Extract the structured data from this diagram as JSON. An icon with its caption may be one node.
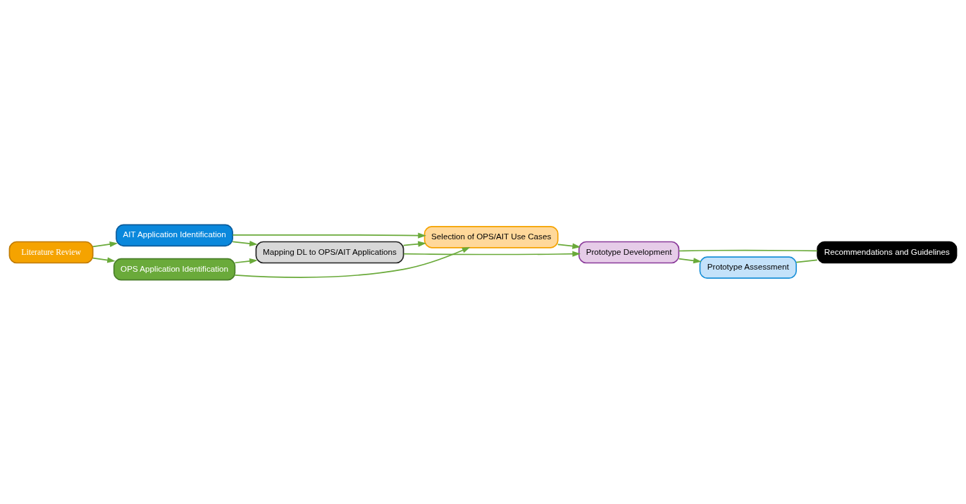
{
  "diagram": {
    "nodes": [
      {
        "text": [
          "Literature Review"
        ]
      },
      {
        "text": [
          "OPS Application Identification"
        ]
      },
      {
        "text": [
          "AIT Application Identification"
        ]
      },
      {
        "text": [
          "Mapping DL to OPS/AIT Applications"
        ]
      },
      {
        "text": [
          "Selection of OPS/AIT Use Cases"
        ]
      },
      {
        "text": [
          "Prototype Development"
        ]
      },
      {
        "text": [
          "Prototype Assessment"
        ]
      },
      {
        "text": [
          "Recommendations and Guidelines"
        ]
      }
    ],
    "edges": [
      {
        "from": 0,
        "to": 1,
        "arrow": "to"
      },
      {
        "from": 0,
        "to": 2,
        "arrow": "to"
      },
      {
        "from": 1,
        "to": 3,
        "arrow": "to"
      },
      {
        "from": 2,
        "to": 3,
        "arrow": "to"
      },
      {
        "from": 1,
        "to": 4,
        "arrow": "to"
      },
      {
        "from": 2,
        "to": 4,
        "arrow": "to"
      },
      {
        "from": 3,
        "to": 4,
        "arrow": "to"
      },
      {
        "from": 3,
        "to": 5,
        "arrow": "to"
      },
      {
        "from": 4,
        "to": 5,
        "arrow": "to"
      },
      {
        "from": 5,
        "to": 6,
        "arrow": "to"
      },
      {
        "from": 5,
        "to": 7,
        "arrow": "none"
      },
      {
        "from": 6,
        "to": 7,
        "arrow": "none"
      }
    ]
  }
}
